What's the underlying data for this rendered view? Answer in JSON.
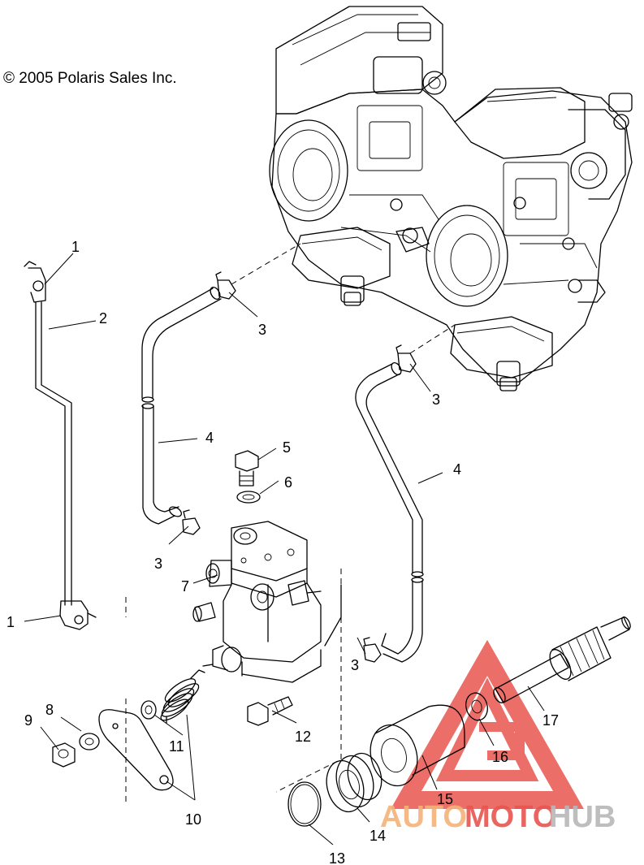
{
  "copyright": "© 2005 Polaris Sales Inc.",
  "watermark": {
    "text_part1": "AUTO",
    "text_part2": "MOTO",
    "text_part3": "HUB",
    "color_orange": "#f4b27a",
    "color_red": "#e8554f",
    "color_gray": "#b8b8b8"
  },
  "callouts": {
    "c1a": "1",
    "c1b": "1",
    "c2": "2",
    "c3a": "3",
    "c3b": "3",
    "c3c": "3",
    "c3d": "3",
    "c4a": "4",
    "c4b": "4",
    "c5": "5",
    "c6": "6",
    "c7": "7",
    "c8": "8",
    "c9": "9",
    "c10": "10",
    "c11": "11",
    "c12": "12",
    "c13": "13",
    "c14": "14",
    "c15": "15",
    "c16": "16",
    "c17": "17"
  }
}
